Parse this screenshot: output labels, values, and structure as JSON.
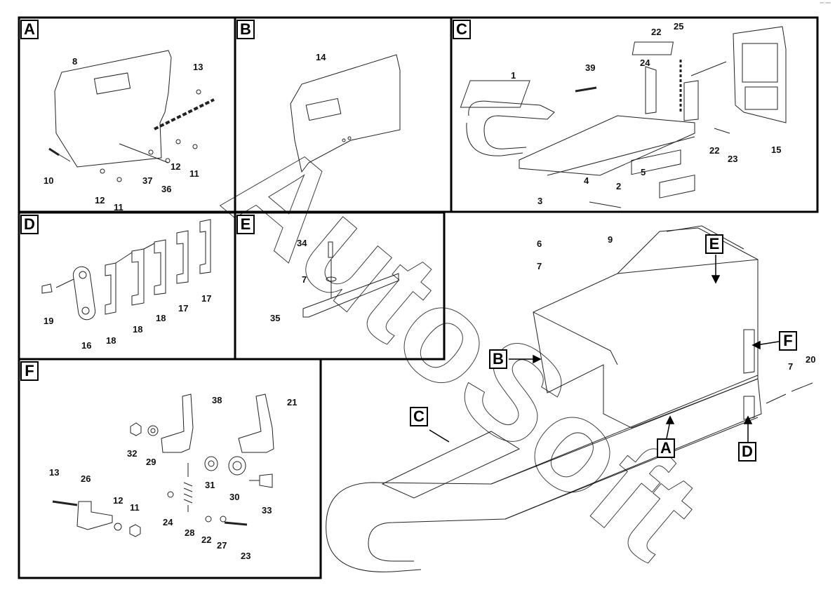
{
  "corner_mark": "ᵃᵐ ᵒᵒᵒ",
  "watermark": "AutoSoft",
  "panels": {
    "A": {
      "label": "A",
      "numbers": [
        "8",
        "13",
        "10",
        "37",
        "12",
        "11",
        "36",
        "12",
        "11"
      ]
    },
    "B": {
      "label": "B",
      "numbers": [
        "14"
      ]
    },
    "C": {
      "label": "C",
      "numbers": [
        "22",
        "25",
        "24",
        "1",
        "39",
        "15",
        "22",
        "23",
        "5",
        "4",
        "2",
        "3"
      ]
    },
    "D": {
      "label": "D",
      "numbers": [
        "19",
        "16",
        "18",
        "18",
        "18",
        "17",
        "17"
      ]
    },
    "E": {
      "label": "E",
      "numbers": [
        "34",
        "7",
        "35"
      ]
    },
    "F": {
      "label": "F",
      "numbers": [
        "38",
        "21",
        "32",
        "29",
        "31",
        "30",
        "33",
        "13",
        "26",
        "12",
        "11",
        "24",
        "28",
        "22",
        "27",
        "23"
      ]
    }
  },
  "main": {
    "numbers": [
      "6",
      "9",
      "7",
      "7",
      "20"
    ],
    "callouts": [
      "E",
      "F",
      "B",
      "C",
      "A",
      "D"
    ]
  },
  "colors": {
    "line": "#000000",
    "watermark": "#9a9a9a"
  }
}
